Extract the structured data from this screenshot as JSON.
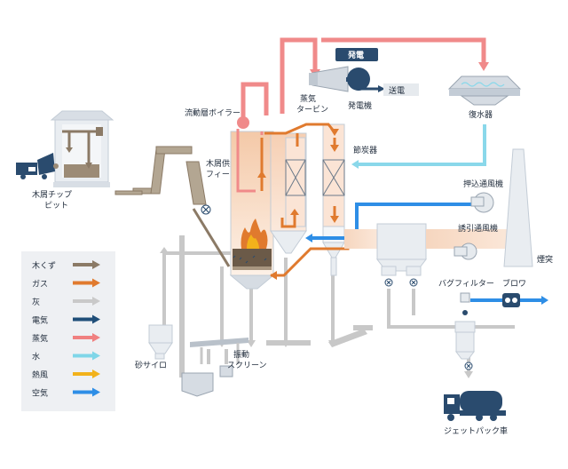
{
  "labels": {
    "wood_pit": "木屑チップ",
    "wood_pit_2": "ピット",
    "feeder": "木屑供給",
    "feeder_2": "フィーダ",
    "boiler": "流動層ボイラー",
    "turbine": "蒸気",
    "turbine_2": "タービン",
    "power_gen": "発電",
    "generator": "発電機",
    "transmission": "送電",
    "condenser": "復水器",
    "economizer": "節炭器",
    "fdf": "押込通風機",
    "idf": "誘引通風機",
    "chimney": "煙突",
    "bag_filter": "バグフィルター",
    "blower": "ブロワ",
    "sand_silo": "砂サイロ",
    "vib_screen": "振動",
    "vib_screen_2": "スクリーン",
    "jet_truck": "ジェットパック車"
  },
  "legend": [
    {
      "label": "木くず",
      "color": "#8b7a66"
    },
    {
      "label": "ガス",
      "color": "#e07a2e"
    },
    {
      "label": "灰",
      "color": "#c9c9c9"
    },
    {
      "label": "電気",
      "color": "#1f4e79"
    },
    {
      "label": "蒸気",
      "color": "#f08080"
    },
    {
      "label": "水",
      "color": "#7fd6e8"
    },
    {
      "label": "熱風",
      "color": "#f2b21b"
    },
    {
      "label": "空気",
      "color": "#2e8ee6"
    }
  ],
  "colors": {
    "navy": "#2a4b6e",
    "steam": "#f08a8a",
    "gas": "#e07a2e",
    "water": "#8ad8ea",
    "air": "#2e8ee6",
    "ash": "#c8c8c8",
    "wood": "#8b7a66",
    "equipment": "#e6eaee"
  }
}
